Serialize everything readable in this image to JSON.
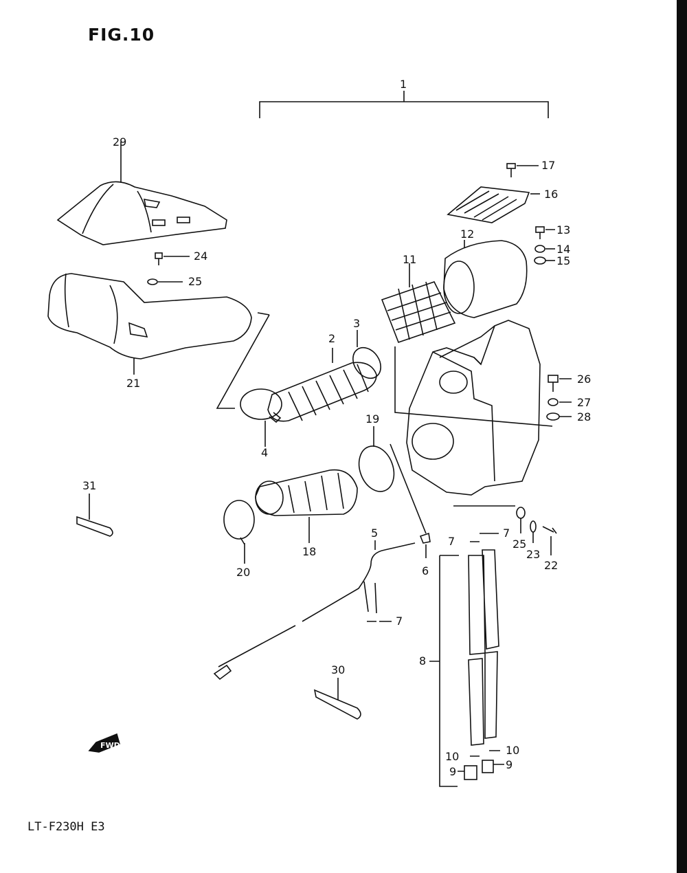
{
  "figure": {
    "title": "FIG.10",
    "model": "LT-F230H E3"
  },
  "fwd_label": "FWD",
  "callouts": [
    {
      "id": "c1",
      "text": "1"
    },
    {
      "id": "c2",
      "text": "2"
    },
    {
      "id": "c3",
      "text": "3"
    },
    {
      "id": "c4",
      "text": "4"
    },
    {
      "id": "c5",
      "text": "5"
    },
    {
      "id": "c6",
      "text": "6"
    },
    {
      "id": "c7a",
      "text": "7"
    },
    {
      "id": "c7b",
      "text": "7"
    },
    {
      "id": "c7c",
      "text": "7"
    },
    {
      "id": "c8",
      "text": "8"
    },
    {
      "id": "c9a",
      "text": "9"
    },
    {
      "id": "c9b",
      "text": "9"
    },
    {
      "id": "c10a",
      "text": "10"
    },
    {
      "id": "c10b",
      "text": "10"
    },
    {
      "id": "c11",
      "text": "11"
    },
    {
      "id": "c12",
      "text": "12"
    },
    {
      "id": "c13",
      "text": "13"
    },
    {
      "id": "c14",
      "text": "14"
    },
    {
      "id": "c15",
      "text": "15"
    },
    {
      "id": "c16",
      "text": "16"
    },
    {
      "id": "c17",
      "text": "17"
    },
    {
      "id": "c18",
      "text": "18"
    },
    {
      "id": "c19",
      "text": "19"
    },
    {
      "id": "c20",
      "text": "20"
    },
    {
      "id": "c21",
      "text": "21"
    },
    {
      "id": "c22",
      "text": "22"
    },
    {
      "id": "c23",
      "text": "23"
    },
    {
      "id": "c24",
      "text": "24"
    },
    {
      "id": "c25a",
      "text": "25"
    },
    {
      "id": "c25b",
      "text": "25"
    },
    {
      "id": "c26",
      "text": "26"
    },
    {
      "id": "c27",
      "text": "27"
    },
    {
      "id": "c28",
      "text": "28"
    },
    {
      "id": "c29",
      "text": "29"
    },
    {
      "id": "c30",
      "text": "30"
    },
    {
      "id": "c31",
      "text": "31"
    }
  ]
}
